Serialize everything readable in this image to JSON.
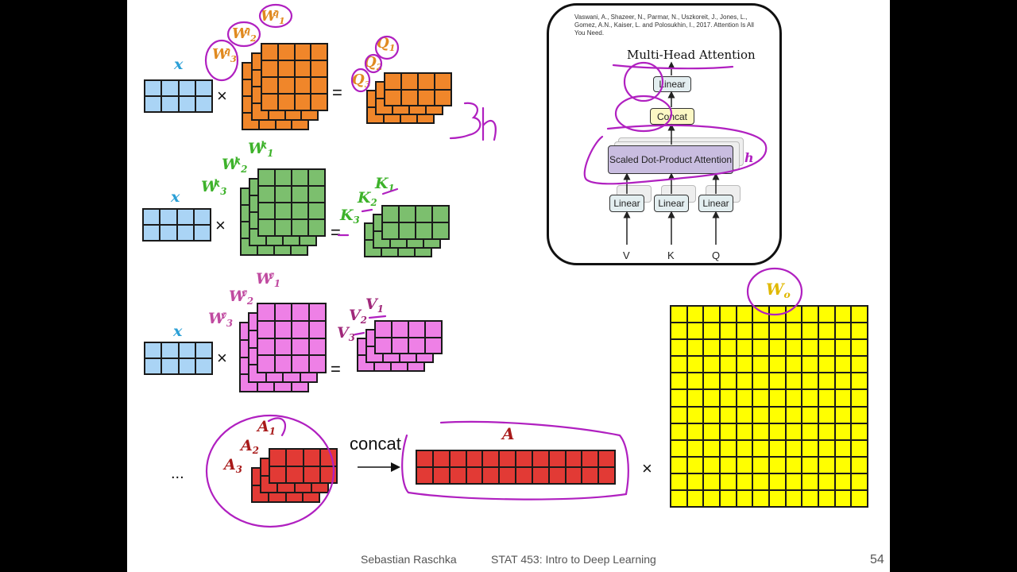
{
  "reference": "Vaswani, A., Shazeer, N., Parmar, N., Uszkoreit, J., Jones, L., Gomez, A.N., Kaiser, L. and Polosukhin, I., 2017. Attention Is All You Need.",
  "mha": {
    "title": "Multi-Head Attention",
    "linear_top": "Linear",
    "concat": "Concat",
    "sdp": "Scaled Dot-Product Attention",
    "linear_v": "Linear",
    "linear_k": "Linear",
    "linear_q": "Linear",
    "in_v": "V",
    "in_k": "K",
    "in_q": "Q",
    "annotation_h": "h"
  },
  "rows": {
    "q": {
      "x_label": "x",
      "w": [
        {
          "base": "W",
          "sup": "q",
          "sub": "1"
        },
        {
          "base": "W",
          "sup": "q",
          "sub": "2"
        },
        {
          "base": "W",
          "sup": "q",
          "sub": "3"
        }
      ],
      "out": [
        {
          "base": "Q",
          "sub": "1"
        },
        {
          "base": "Q",
          "sub": "2"
        },
        {
          "base": "Q",
          "sub": "3"
        }
      ],
      "times": "×",
      "equals": "=",
      "annotation": "}h"
    },
    "k": {
      "x_label": "x",
      "w": [
        {
          "base": "W",
          "sup": "k",
          "sub": "1"
        },
        {
          "base": "W",
          "sup": "k",
          "sub": "2"
        },
        {
          "base": "W",
          "sup": "k",
          "sub": "3"
        }
      ],
      "out": [
        {
          "base": "K",
          "sub": "1"
        },
        {
          "base": "K",
          "sub": "2"
        },
        {
          "base": "K",
          "sub": "3"
        }
      ],
      "times": "×",
      "equals": "="
    },
    "v": {
      "x_label": "x",
      "w": [
        {
          "base": "W",
          "sup": "v",
          "sub": "1"
        },
        {
          "base": "W",
          "sup": "v",
          "sub": "2"
        },
        {
          "base": "W",
          "sup": "v",
          "sub": "3"
        }
      ],
      "out": [
        {
          "base": "V",
          "sub": "1"
        },
        {
          "base": "V",
          "sub": "2"
        },
        {
          "base": "V",
          "sub": "3"
        }
      ],
      "times": "×",
      "equals": "="
    }
  },
  "bottom": {
    "ellipsis": "...",
    "a_heads": [
      {
        "base": "A",
        "sub": "1"
      },
      {
        "base": "A",
        "sub": "2"
      },
      {
        "base": "A",
        "sub": "3"
      }
    ],
    "concat": "concat",
    "a_label": "A",
    "times": "×",
    "wo": {
      "base": "W",
      "sub": "o"
    }
  },
  "footer": {
    "author": "Sebastian Raschka",
    "course": "STAT 453: Intro to Deep Learning",
    "page": "54"
  },
  "colors": {
    "x": "#aad4f5",
    "q": "#f0862a",
    "k": "#7cbf6e",
    "v": "#ee80e6",
    "a": "#e23a35",
    "wo": "#ffff00",
    "ink": "#b020c0",
    "x_label": "#2a9fd6",
    "q_label": "#e08a20",
    "k_label": "#3db22a",
    "v_label": "#c04aa0",
    "a_label": "#a81a1a",
    "wo_label": "#e0b800"
  }
}
